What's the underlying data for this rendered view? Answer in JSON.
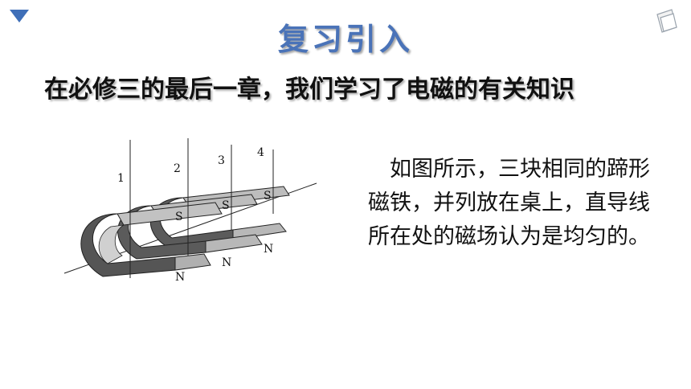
{
  "slide": {
    "title": "复习引入",
    "subtitle": "在必修三的最后一章，我们学习了电磁的有关知识",
    "body": "如图所示，三块相同的蹄形磁铁，并列放在桌上，直导线所在处的磁场认为是均匀的。"
  },
  "figure": {
    "wire_labels": [
      "1",
      "2",
      "3",
      "4"
    ],
    "pole_labels": {
      "north": [
        "N",
        "N",
        "N"
      ],
      "south": [
        "S",
        "S",
        "S"
      ]
    }
  },
  "icons": {
    "nav": "triangle-down-icon",
    "page": "page-corner-icon"
  },
  "colors": {
    "title": "#4a73b8",
    "accent": "#3f6fb8",
    "magnet_dark": "#5a5a5a",
    "magnet_light": "#b9b9b9"
  }
}
